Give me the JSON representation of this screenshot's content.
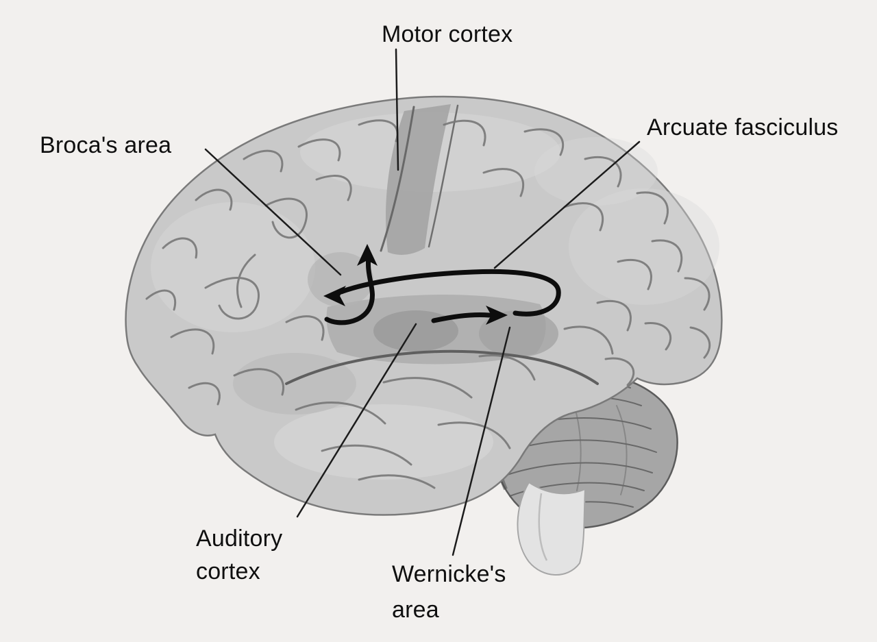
{
  "figure": {
    "labels": {
      "motor_cortex": "Motor cortex",
      "brocas_area": "Broca's area",
      "arcuate_fasciculus": "Arcuate fasciculus",
      "auditory_cortex": {
        "line1": "Auditory",
        "line2": "cortex"
      },
      "wernickes_area": {
        "line1": "Wernicke's",
        "line2": "area"
      }
    },
    "arrows": {
      "arcuate_pathway": "curved-arrow-pointing-left",
      "broca_to_motor": "curved-arrow-pointing-up",
      "auditory_to_wernicke": "arrow-pointing-right"
    },
    "colors": {
      "background": "#f2f0ee",
      "label_text": "#0f0f0f",
      "leader_line": "#1c1c1c",
      "arrow": "#0d0d0d",
      "brain_fill": "#c9c9c9",
      "brain_outline": "#7a7a7a",
      "sulci": "#787878",
      "region_shade": "#a2a2a2",
      "cerebellum_fill": "#a6a6a6",
      "brainstem_fill": "#e3e3e3"
    }
  }
}
